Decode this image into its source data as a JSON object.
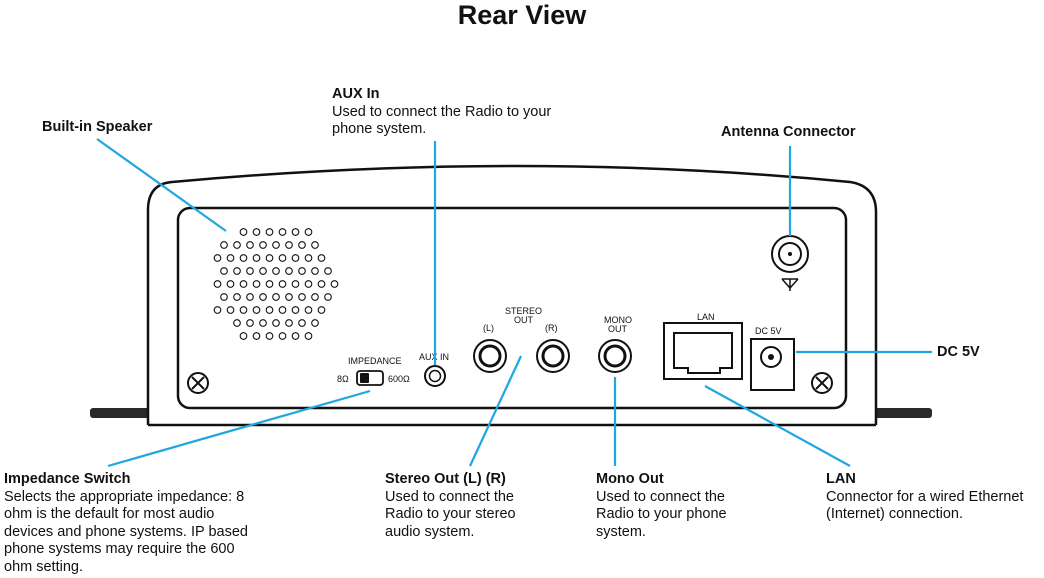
{
  "title": "Rear View",
  "callouts": {
    "speaker": {
      "head": "Built-in Speaker",
      "desc": ""
    },
    "aux": {
      "head": "AUX In",
      "desc": "Used to connect the Radio to your phone system."
    },
    "antenna": {
      "head": "Antenna Connector",
      "desc": ""
    },
    "dc": {
      "head": "DC 5V",
      "desc": ""
    },
    "impedance": {
      "head": "Impedance Switch",
      "desc": "Selects the appropriate impedance: 8 ohm is the default for most audio devices and phone systems. IP based phone systems may require the 600 ohm setting."
    },
    "stereo": {
      "head": "Stereo Out (L) (R)",
      "desc": "Used to connect the Radio to your stereo audio system."
    },
    "mono": {
      "head": "Mono Out",
      "desc": "Used to connect the Radio to your phone system."
    },
    "lan": {
      "head": "LAN",
      "desc": "Connector for a wired Ethernet (Internet) connection."
    }
  },
  "panel_labels": {
    "impedance": "IMPEDANCE",
    "eight": "8Ω",
    "six_hundred": "600Ω",
    "aux_in": "AUX IN",
    "stereo_top": "STEREO",
    "stereo_bottom": "OUT",
    "left": "(L)",
    "right": "(R)",
    "mono_top": "MONO",
    "mono_bottom": "OUT",
    "lan": "LAN",
    "dc": "DC 5V"
  },
  "colors": {
    "callout_line": "#1ea7e0",
    "outline": "#111111"
  }
}
